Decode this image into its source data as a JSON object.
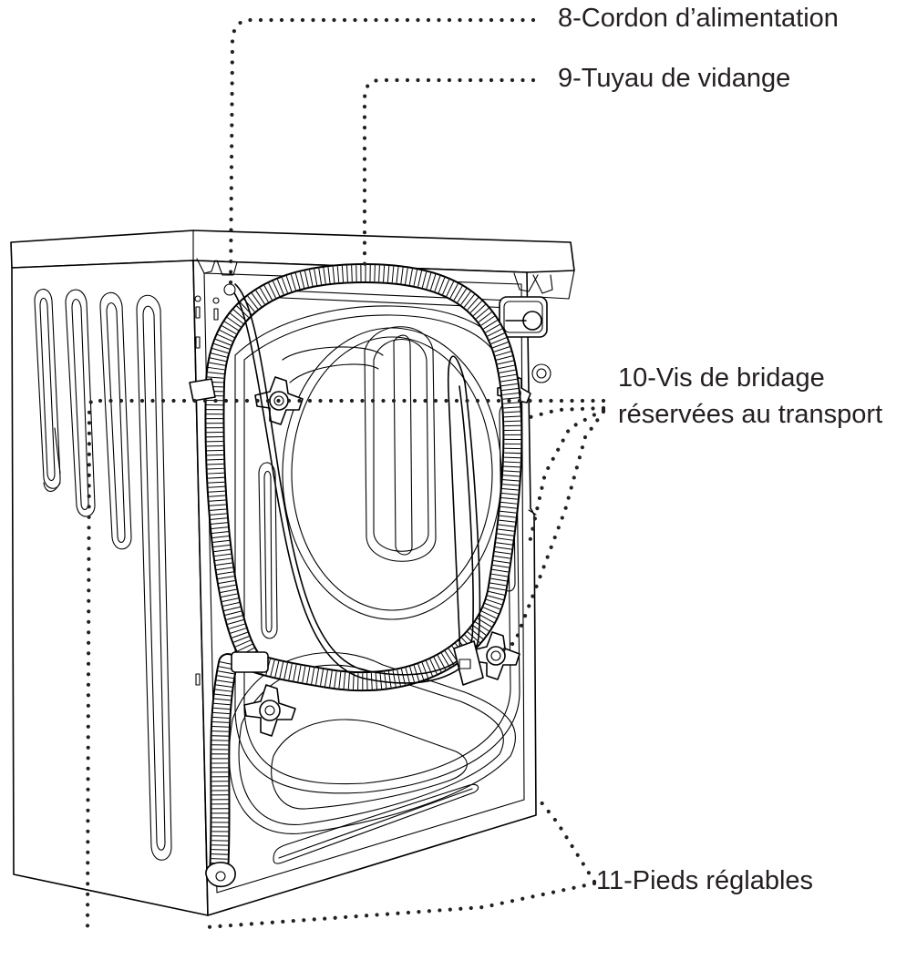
{
  "callouts": {
    "power_cord": "8-Cordon d’alimentation",
    "drain_hose": "9-Tuyau de vidange",
    "transport_bolts_line1": "10-Vis de bridage",
    "transport_bolts_line2": "réservées au transport",
    "adjustable_feet": "11-Pieds réglables"
  },
  "colors": {
    "text": "#231f20",
    "line": "#000000",
    "background": "#ffffff"
  }
}
